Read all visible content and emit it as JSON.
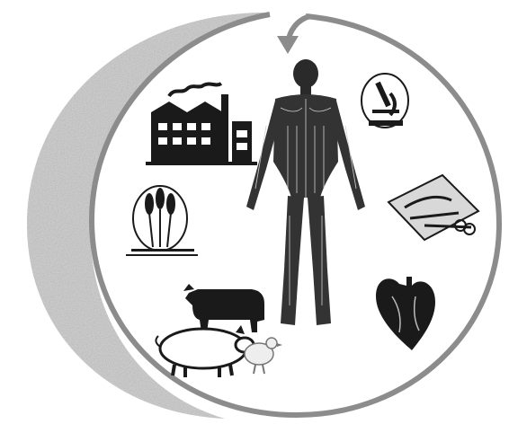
{
  "diagram": {
    "items": [
      {
        "id": "factory",
        "icon": "factory-icon"
      },
      {
        "id": "human",
        "icon": "human-anatomy-icon"
      },
      {
        "id": "microscope",
        "icon": "microscope-icon"
      },
      {
        "id": "wheat",
        "icon": "wheat-icon"
      },
      {
        "id": "surgery",
        "icon": "surgical-instruments-icon"
      },
      {
        "id": "cow",
        "icon": "cow-icon"
      },
      {
        "id": "pig",
        "icon": "pig-icon"
      },
      {
        "id": "heart",
        "icon": "heart-icon"
      },
      {
        "id": "chicken",
        "icon": "chicken-icon"
      }
    ],
    "colors": {
      "ring": "#8c8c8c",
      "crescent": "#c9c9c9",
      "icon": "#1a1a1a",
      "background": "#ffffff"
    }
  }
}
